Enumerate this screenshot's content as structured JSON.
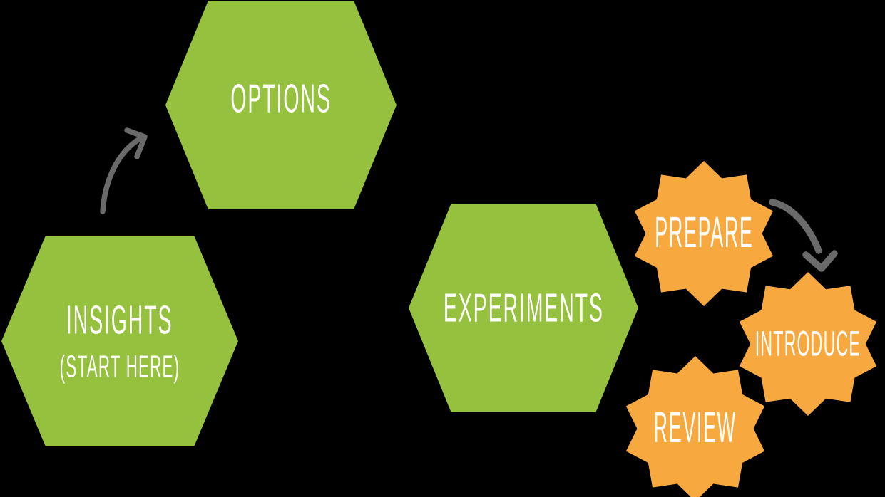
{
  "diagram": {
    "background_color": "#000000",
    "colors": {
      "canvas_bg": "#000000",
      "shape_green": "#95C13E",
      "badge_orange": "#F7A83E",
      "arrow_gray": "#6B6A6B",
      "label_white": "#FFFFFF"
    },
    "hexagons": [
      {
        "id": "insights",
        "label": "INSIGHTS",
        "sublabel": "(START HERE)"
      },
      {
        "id": "options",
        "label": "OPTIONS"
      },
      {
        "id": "experiments",
        "label": "EXPERIMENTS"
      }
    ],
    "badges": [
      {
        "id": "prepare",
        "label": "PREPARE"
      },
      {
        "id": "introduce",
        "label": "INTRODUCE"
      },
      {
        "id": "review",
        "label": "REVIEW"
      }
    ],
    "arrows": [
      {
        "id": "insights-to-options",
        "from": "INSIGHTS",
        "to": "OPTIONS"
      },
      {
        "id": "prepare-to-introduce",
        "from": "PREPARE",
        "to": "INTRODUCE"
      }
    ]
  }
}
